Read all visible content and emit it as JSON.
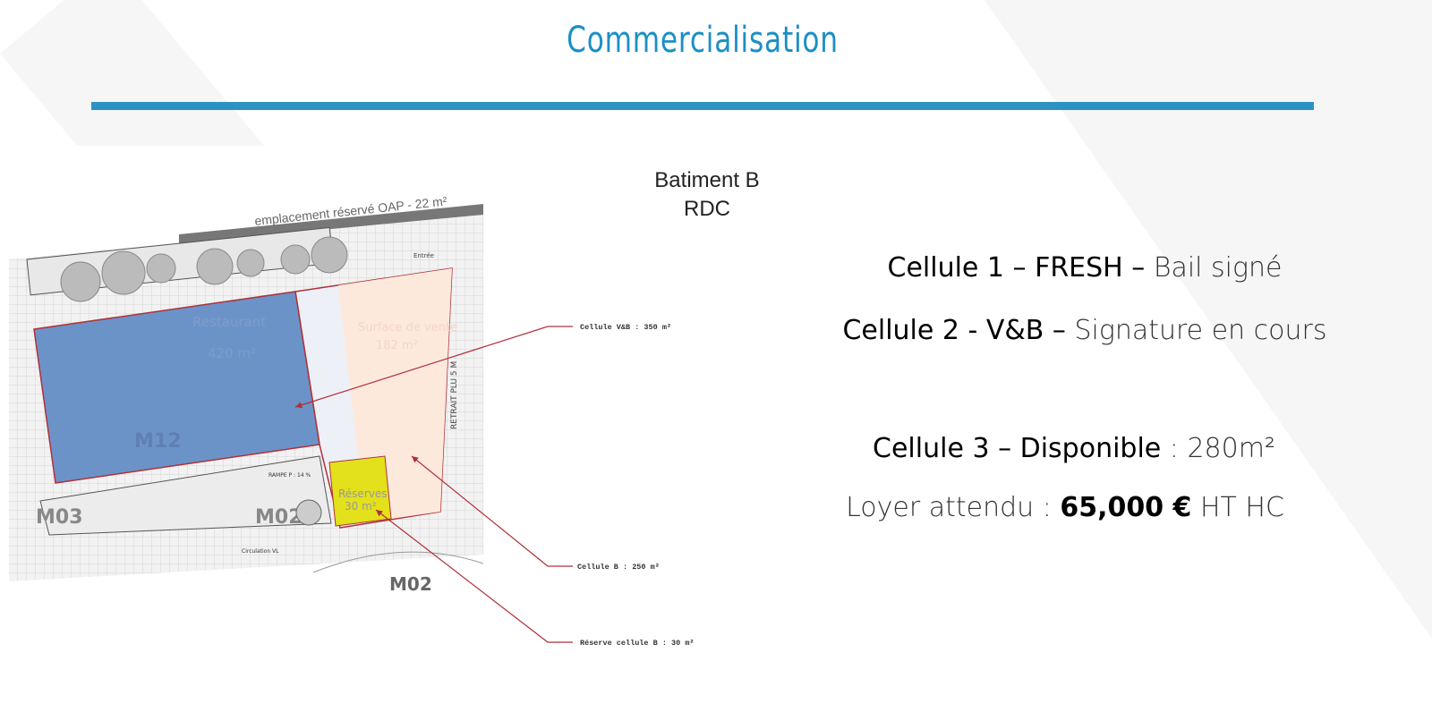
{
  "slide": {
    "title": "Commercialisation",
    "accent_color": "#2a93c4"
  },
  "plan": {
    "header_line1": "Batiment B",
    "header_line2": "RDC",
    "top_label": "emplacement réservé OAP - 22 m²",
    "room_labels": {
      "restaurant": "Restaurant",
      "restaurant_area": "420 m²",
      "surface": "Surface de vente",
      "surface_area": "182 m²",
      "reserves": "Réserves",
      "reserves_area": "30 m²",
      "entree": "Entrée",
      "retrait": "RETRAIT PLU 5 M",
      "rampe": "RAMPE P : 14 %",
      "circulation": "Circulation VL"
    },
    "zone_codes": [
      "M03",
      "M02",
      "M02",
      "M12"
    ],
    "callouts": [
      "Cellule V&B : 350 m²",
      "Cellule B : 250 m²",
      "Réserve cellule B : 30 m²"
    ],
    "colors": {
      "cellule_vb": "#6b93c8",
      "cellule_b": "#fde9dc",
      "reserve": "#e3e01c",
      "callout": "#b0303a"
    }
  },
  "status": {
    "line1": {
      "name": "Cellule 1 – FRESH – ",
      "status": "Bail signé"
    },
    "line2": {
      "name": "Cellule 2 - V&B – ",
      "status": "Signature en cours"
    },
    "line3": {
      "name": "Cellule 3 – Disponible",
      "status": " : 280m²"
    },
    "line4": {
      "prefix": "Loyer attendu : ",
      "amount": "65,000 €",
      "suffix": " HT HC"
    }
  }
}
